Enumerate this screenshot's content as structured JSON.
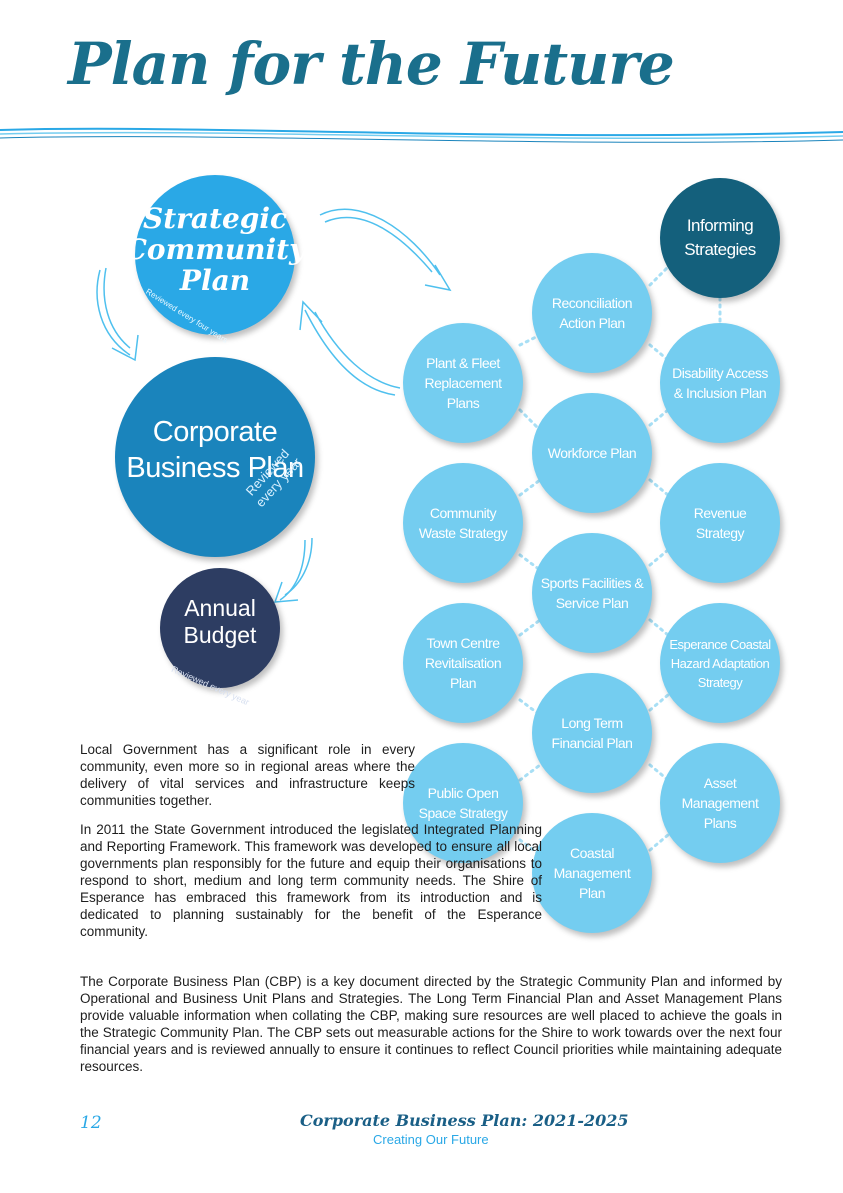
{
  "header": {
    "title": "Plan for the Future"
  },
  "diagram": {
    "strategic_plan": {
      "title": "Strategic\nCommunity\nPlan",
      "review": "Reviewed every four years"
    },
    "corporate_plan": {
      "title": "Corporate\nBusiness Plan",
      "review": "Reviewed every year"
    },
    "annual_budget": {
      "title": "Annual\nBudget",
      "review": "Reviewed every year"
    },
    "informing_strategies": "Informing Strategies",
    "plans": {
      "reconciliation": "Reconciliation Action Plan",
      "plant_fleet": "Plant & Fleet Replacement Plans",
      "disability": "Disability Access & Inclusion Plan",
      "workforce": "Workforce Plan",
      "community_waste": "Community Waste Strategy",
      "revenue": "Revenue Strategy",
      "sports": "Sports Facilities & Service Plan",
      "town_centre": "Town Centre Revitalisation Plan",
      "coastal_hazard": "Esperance Coastal Hazard Adaptation Strategy",
      "long_term_financial": "Long Term Financial Plan",
      "public_open_space": "Public Open Space Strategy",
      "asset_management": "Asset Management Plans",
      "coastal_management": "Coastal Management Plan"
    }
  },
  "body": {
    "p1": "Local Government has a significant role in every community, even more so in regional areas where the delivery of vital services and infrastructure keeps communities together.",
    "p2": "In 2011 the State Government introduced the legislated Integrated Planning and Reporting Framework. This framework was developed to ensure all local governments plan responsibly for the future and equip their organisations to respond to short, medium and long term community needs. The Shire of Esperance has embraced this framework from its introduction and is dedicated to planning sustainably for the benefit of the Esperance community.",
    "p3": "The Corporate Business Plan (CBP) is a key document directed by the Strategic Community Plan and informed by Operational and Business Unit Plans and Strategies. The Long Term Financial Plan and Asset Management Plans provide valuable information when collating the CBP, making sure resources are well placed to achieve the goals in the Strategic Community Plan. The CBP sets out measurable actions for the Shire to work towards over the next four financial years and is reviewed annually to ensure it continues to reflect Council priorities while maintaining adequate resources."
  },
  "footer": {
    "page_number": "12",
    "title": "Corporate Business Plan: 2021-2025",
    "subtitle": "Creating Our Future"
  },
  "colors": {
    "light_blue": "#74cdf0",
    "dark_teal": "#14607c",
    "title_teal": "#1a6f8c",
    "navy": "#2d3d62"
  }
}
